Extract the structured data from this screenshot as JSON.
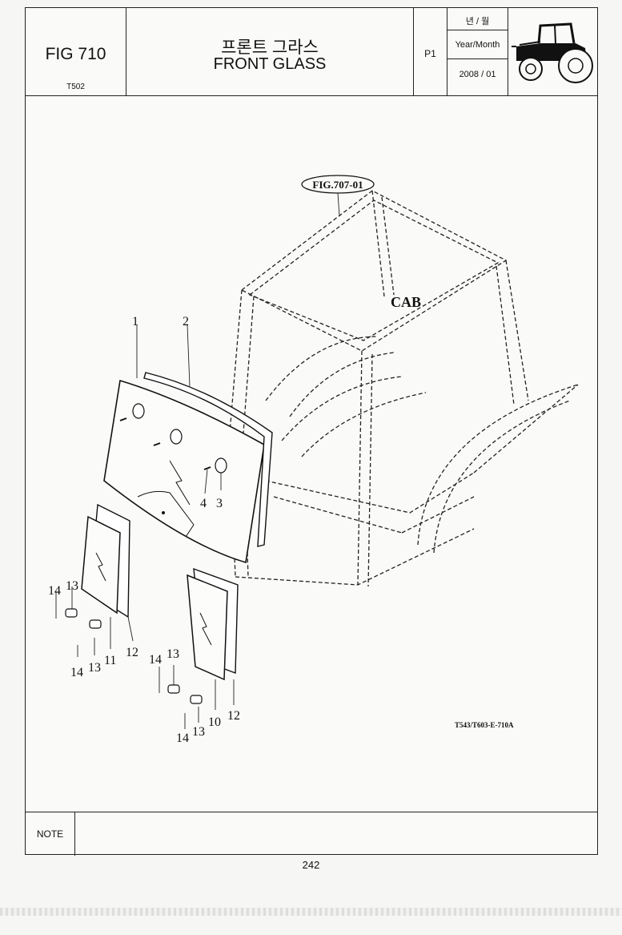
{
  "header": {
    "fig_no": "FIG 710",
    "model": "T502",
    "title_ko": "프론트 그라스",
    "title_en": "FRONT GLASS",
    "page_code": "P1",
    "date_label_ko": "년 / 월",
    "date_label_en": "Year/Month",
    "date_value": "2008 / 01",
    "thumbnail_icon": "tractor-icon"
  },
  "diagram": {
    "ref_label": "FIG.707-01",
    "cab_label": "CAB",
    "drawing_code": "T543/T603-E-710A",
    "callouts": [
      "1",
      "2",
      "3",
      "4",
      "10",
      "11",
      "12",
      "12",
      "13",
      "13",
      "13",
      "13",
      "14",
      "14",
      "14",
      "14"
    ]
  },
  "footer": {
    "note_label": "NOTE",
    "page_number": "242"
  }
}
